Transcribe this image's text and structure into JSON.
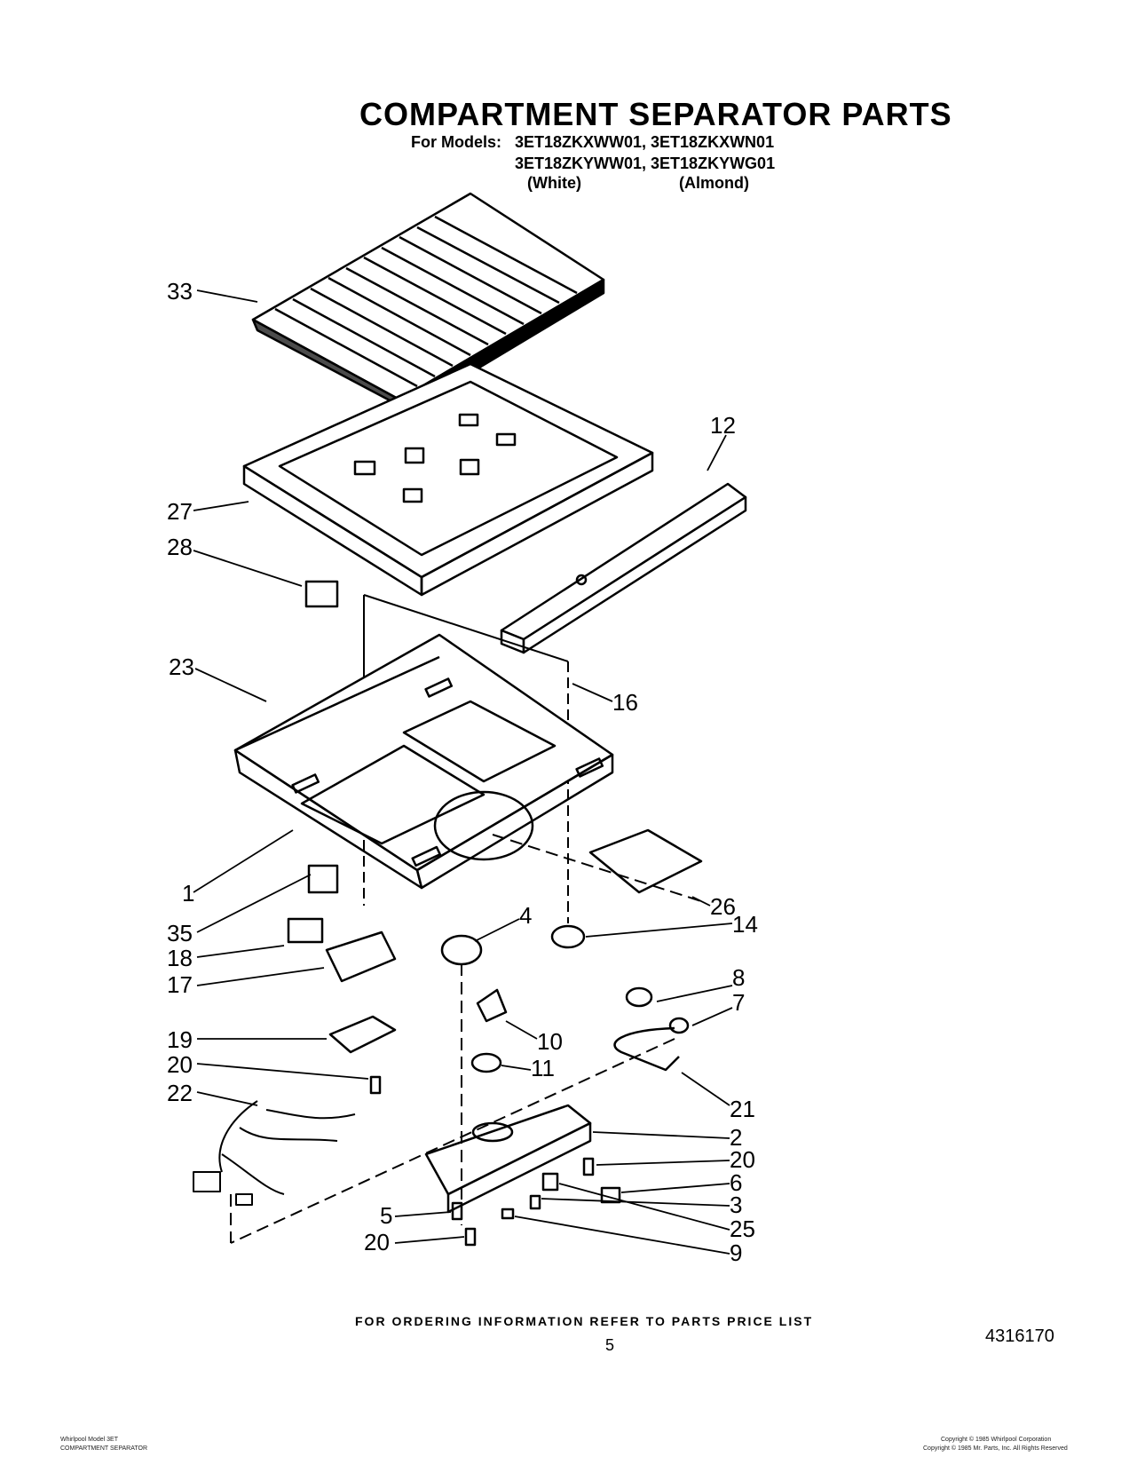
{
  "header": {
    "title": "COMPARTMENT SEPARATOR PARTS",
    "models_prefix": "For Models:",
    "models_line1": "3ET18ZKXWW01, 3ET18ZKXWN01",
    "models_line2": "3ET18ZKYWW01, 3ET18ZKYWG01",
    "color_white": "(White)",
    "color_almond": "(Almond)"
  },
  "callouts": [
    "33",
    "12",
    "27",
    "28",
    "23",
    "16",
    "1",
    "26",
    "35",
    "14",
    "4",
    "18",
    "8",
    "17",
    "7",
    "10",
    "19",
    "11",
    "20",
    "21",
    "22",
    "2",
    "20",
    "6",
    "3",
    "5",
    "25",
    "20",
    "9"
  ],
  "footer": {
    "ordering_info": "FOR ORDERING INFORMATION REFER TO PARTS PRICE LIST",
    "page_number": "5",
    "document_number": "4316170",
    "fine_print_left_1": "Whirlpool Model 3ET",
    "fine_print_left_2": "COMPARTMENT SEPARATOR",
    "fine_print_right_1": "Copyright © 1985 Whirlpool Corporation",
    "fine_print_right_2": "Copyright © 1985 Mr. Parts, Inc. All Rights Reserved"
  }
}
